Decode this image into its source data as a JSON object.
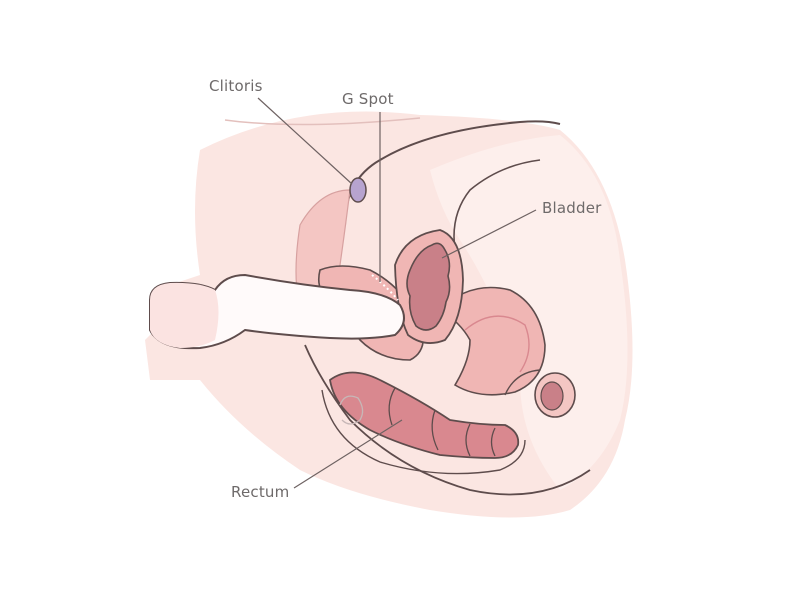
{
  "diagram": {
    "type": "anatomical-illustration",
    "subject": "side cross-section of pelvic anatomy",
    "labels": [
      {
        "id": "clitoris",
        "text": "Clitoris"
      },
      {
        "id": "gspot",
        "text": "G Spot"
      },
      {
        "id": "bladder",
        "text": "Bladder"
      },
      {
        "id": "rectum",
        "text": "Rectum"
      }
    ],
    "colors": {
      "background": "#ffffff",
      "skin_light": "#fbe6e2",
      "skin_mid": "#f6d3ce",
      "tissue_pink": "#f0b6b4",
      "tissue_deep": "#d9888f",
      "organ_fill": "#c98088",
      "clitoris_purple": "#b7a3cf",
      "outline": "#5e4c4c",
      "leader_line": "#6e6262",
      "label_text": "#6e6a6a",
      "object_white": "#fffafa"
    }
  }
}
